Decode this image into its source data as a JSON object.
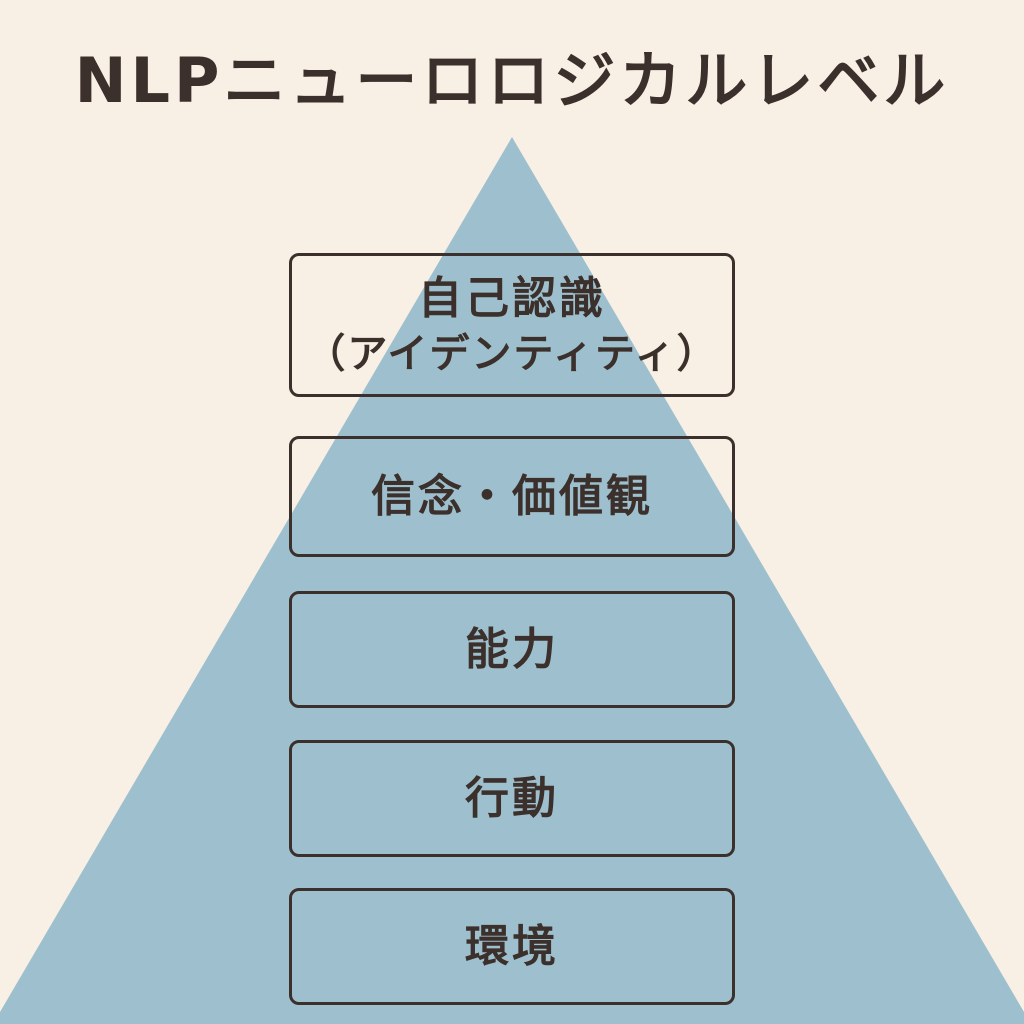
{
  "title": "NLPニューロロジカルレベル",
  "colors": {
    "background": "#f8f0e5",
    "pyramid": "#9ec0ce",
    "text": "#3b302b"
  },
  "levels": [
    {
      "label": "自己認識",
      "sublabel": "（アイデンティティ）"
    },
    {
      "label": "信念・価値観"
    },
    {
      "label": "能力"
    },
    {
      "label": "行動"
    },
    {
      "label": "環境"
    }
  ]
}
